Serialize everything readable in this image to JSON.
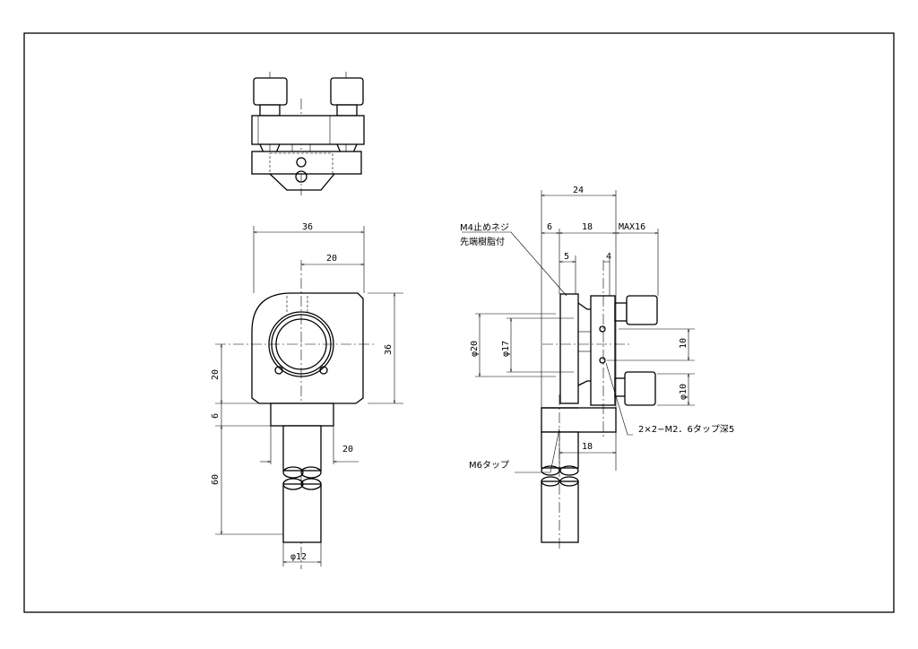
{
  "front_view": {
    "dims": {
      "width": "36",
      "center_offset": "20",
      "height": "36",
      "center_height": "20",
      "block": "6",
      "post_length": "60",
      "post_width": "20",
      "rod_dia": "φ12"
    }
  },
  "side_view": {
    "dims": {
      "total": "24",
      "plate": "6",
      "body": "18",
      "knob": "MAX16",
      "mirror": "5",
      "offset": "4",
      "aperture": "φ20",
      "clear": "φ17",
      "knob_spacing": "10",
      "knob_dia": "φ10",
      "base": "18"
    },
    "notes": {
      "setscrew_line1": "M4止めネジ",
      "setscrew_line2": "先端樹脂付",
      "tap_holes": "2×2−M2．6タップ深5",
      "post_tap": "M6タップ"
    }
  }
}
